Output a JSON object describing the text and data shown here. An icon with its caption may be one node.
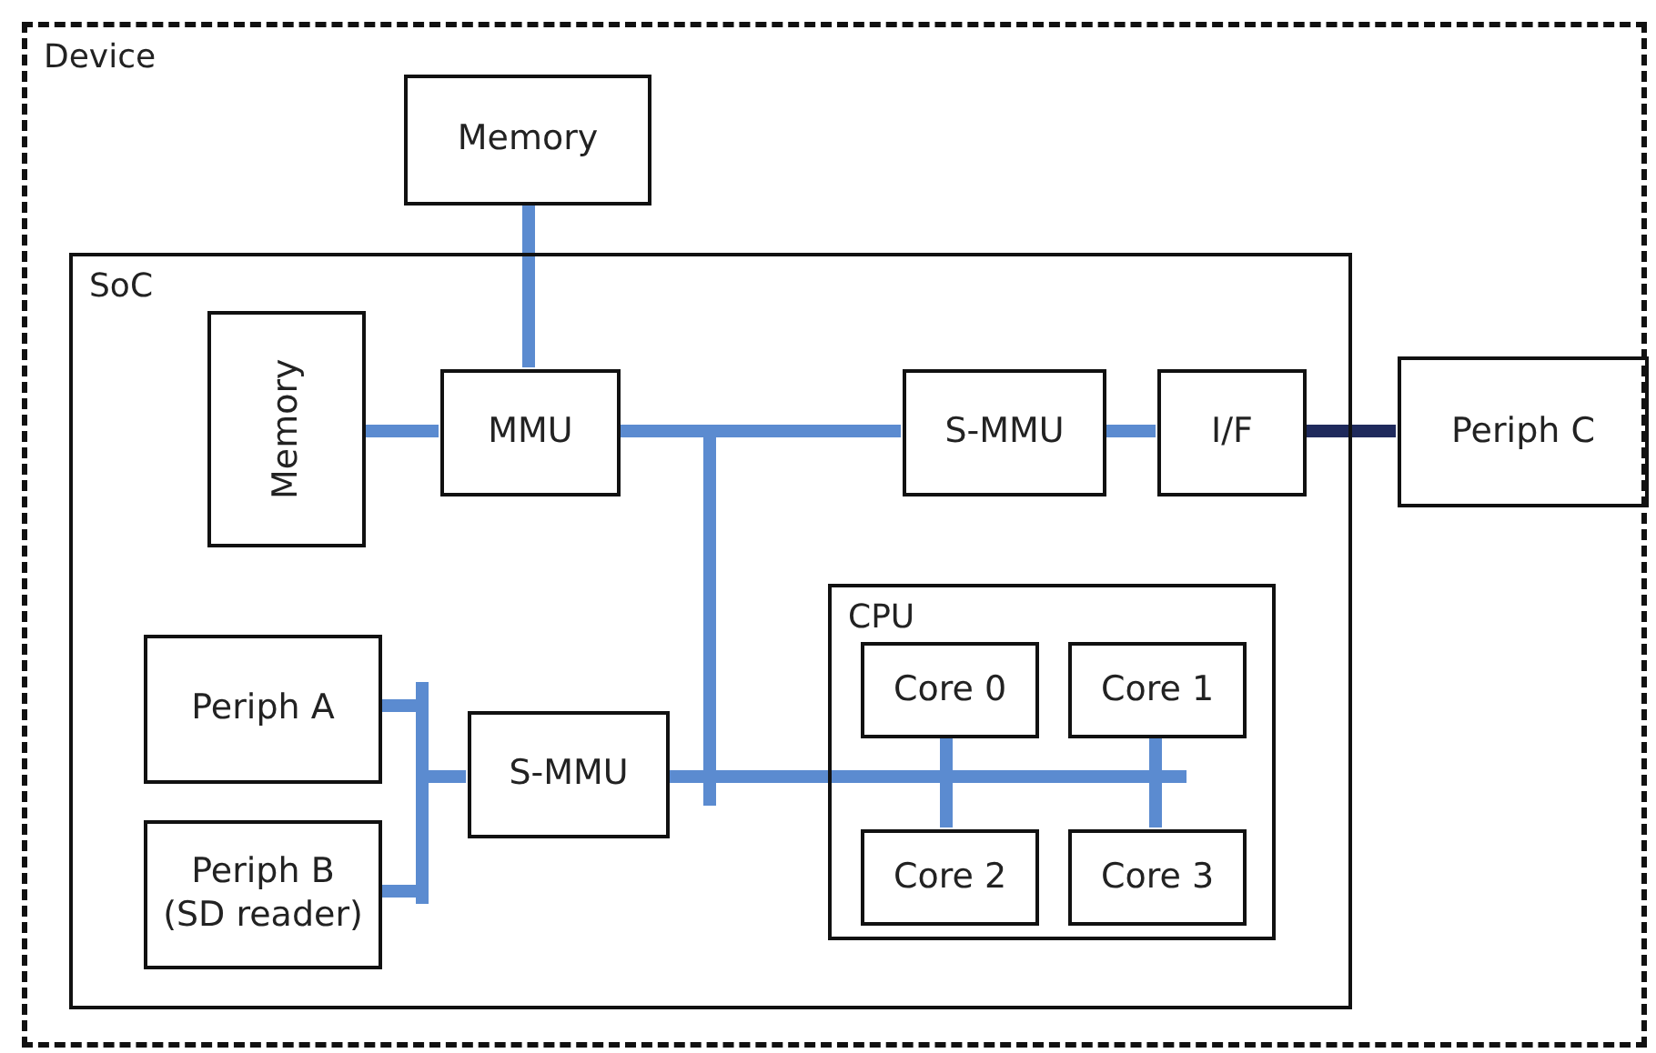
{
  "diagram": {
    "nodes": [
      {
        "text": [
          "Device"
        ]
      },
      {
        "text": [
          "Memory"
        ],
        "in": 0
      },
      {
        "text": [
          "SoC"
        ],
        "in": 0
      },
      {
        "text": [
          "Memory"
        ],
        "in": 2
      },
      {
        "text": [
          "MMU"
        ],
        "in": 2
      },
      {
        "text": [
          "S-MMU"
        ],
        "in": 2
      },
      {
        "text": [
          "I/F"
        ],
        "in": 2
      },
      {
        "text": [
          "Periph C"
        ],
        "in": 0
      },
      {
        "text": [
          "CPU"
        ],
        "in": 2
      },
      {
        "text": [
          "Core 0"
        ],
        "in": 8
      },
      {
        "text": [
          "Core 1"
        ],
        "in": 8
      },
      {
        "text": [
          "Periph A"
        ],
        "in": 2
      },
      {
        "text": [
          "S-MMU"
        ],
        "in": 2
      },
      {
        "text": [
          "Core 2"
        ],
        "in": 8
      },
      {
        "text": [
          "Core 3"
        ],
        "in": 8
      },
      {
        "text": [
          "Periph B (SD reader)"
        ],
        "in": 2
      }
    ],
    "edges": [
      {
        "from": 1,
        "to": 4,
        "arrow": "none"
      },
      {
        "from": 3,
        "to": 4,
        "arrow": "none"
      },
      {
        "from": 4,
        "to": 5,
        "arrow": "none"
      },
      {
        "from": 4,
        "to": 12,
        "arrow": "none"
      },
      {
        "from": 5,
        "to": 6,
        "arrow": "none"
      },
      {
        "from": 6,
        "to": 7,
        "arrow": "none",
        "color": "#1f2a5c"
      },
      {
        "from": 11,
        "to": 12,
        "arrow": "none"
      },
      {
        "from": 15,
        "to": 12,
        "arrow": "none"
      },
      {
        "from": 12,
        "to": 9,
        "arrow": "none"
      },
      {
        "from": 12,
        "to": 10,
        "arrow": "none"
      },
      {
        "from": 12,
        "to": 13,
        "arrow": "none"
      },
      {
        "from": 12,
        "to": 14,
        "arrow": "none"
      }
    ]
  }
}
